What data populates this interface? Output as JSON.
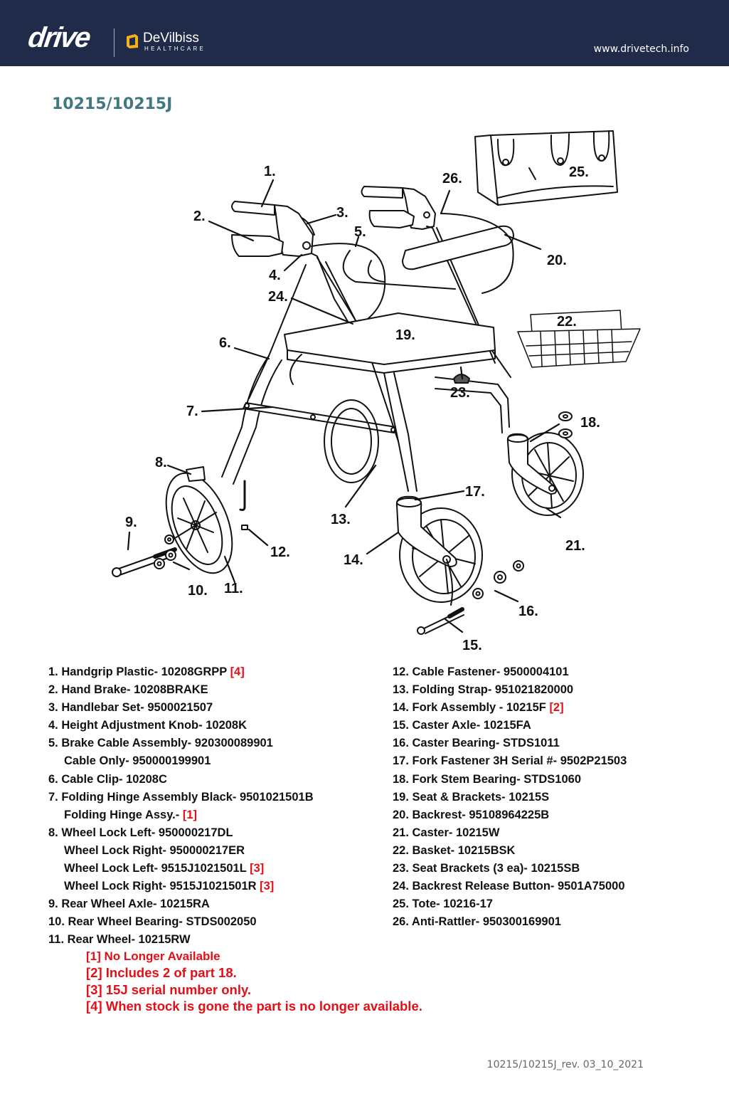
{
  "header": {
    "brand": "drive",
    "partner_name": "DeVilbiss",
    "partner_sub": "HEALTHCARE",
    "website": "www.drivetech.info",
    "colors": {
      "bar": "#1f2b48",
      "accent": "#f5b21a",
      "title": "#427882",
      "note": "#e30f17"
    }
  },
  "document": {
    "title": "10215/10215J",
    "footer": "10215/10215J_rev. 03_10_2021"
  },
  "diagram": {
    "callouts": [
      "1.",
      "2.",
      "3.",
      "4.",
      "5.",
      "6.",
      "7.",
      "8.",
      "9.",
      "10.",
      "11.",
      "12.",
      "13.",
      "14.",
      "15.",
      "16.",
      "17.",
      "18.",
      "19.",
      "20.",
      "21.",
      "22.",
      "23.",
      "24.",
      "25.",
      "26."
    ]
  },
  "parts_left": [
    {
      "text": "1. Handgrip Plastic- 10208GRPP",
      "note": "[4]",
      "indent": false
    },
    {
      "text": "2. Hand Brake- 10208BRAKE",
      "note": "",
      "indent": false
    },
    {
      "text": "3. Handlebar Set- 9500021507",
      "note": "",
      "indent": false
    },
    {
      "text": "4. Height Adjustment Knob- 10208K",
      "note": "",
      "indent": false
    },
    {
      "text": "5. Brake Cable Assembly- 920300089901",
      "note": "",
      "indent": false
    },
    {
      "text": "Cable Only- 950000199901",
      "note": "",
      "indent": true
    },
    {
      "text": "6. Cable Clip- 10208C",
      "note": "",
      "indent": false
    },
    {
      "text": "7. Folding Hinge Assembly Black- 9501021501B",
      "note": "",
      "indent": false
    },
    {
      "text": "Folding Hinge Assy.-",
      "note": "[1]",
      "indent": true
    },
    {
      "text": "8. Wheel Lock Left- 950000217DL",
      "note": "",
      "indent": false
    },
    {
      "text": "Wheel Lock Right- 950000217ER",
      "note": "",
      "indent": true
    },
    {
      "text": "Wheel Lock Left- 9515J1021501L",
      "note": "[3]",
      "indent": true
    },
    {
      "text": "Wheel Lock Right- 9515J1021501R",
      "note": "[3]",
      "indent": true
    },
    {
      "text": "9. Rear Wheel Axle- 10215RA",
      "note": "",
      "indent": false
    },
    {
      "text": "10. Rear Wheel Bearing- STDS002050",
      "note": "",
      "indent": false
    },
    {
      "text": "11. Rear Wheel- 10215RW",
      "note": "",
      "indent": false
    }
  ],
  "parts_right": [
    {
      "text": "12. Cable Fastener- 9500004101",
      "note": ""
    },
    {
      "text": "13. Folding Strap- 951021820000",
      "note": ""
    },
    {
      "text": "14. Fork Assembly - 10215F",
      "note": "[2]"
    },
    {
      "text": "15. Caster Axle- 10215FA",
      "note": ""
    },
    {
      "text": "16. Caster Bearing- STDS1011",
      "note": ""
    },
    {
      "text": "17. Fork Fastener 3H Serial #- 9502P21503",
      "note": ""
    },
    {
      "text": "18. Fork Stem Bearing- STDS1060",
      "note": ""
    },
    {
      "text": "19. Seat & Brackets- 10215S",
      "note": ""
    },
    {
      "text": "20. Backrest- 95108964225B",
      "note": ""
    },
    {
      "text": "21. Caster- 10215W",
      "note": ""
    },
    {
      "text": "22. Basket- 10215BSK",
      "note": ""
    },
    {
      "text": "23. Seat Brackets (3 ea)- 10215SB",
      "note": ""
    },
    {
      "text": "24. Backrest Release Button- 9501A75000",
      "note": ""
    },
    {
      "text": "25. Tote- 10216-17",
      "note": ""
    },
    {
      "text": "26. Anti-Rattler- 950300169901",
      "note": ""
    }
  ],
  "notes": [
    "[1] No Longer Available",
    "[2] Includes 2 of part 18.",
    "[3] 15J serial number only.",
    "[4] When stock is gone the part is no longer available."
  ]
}
